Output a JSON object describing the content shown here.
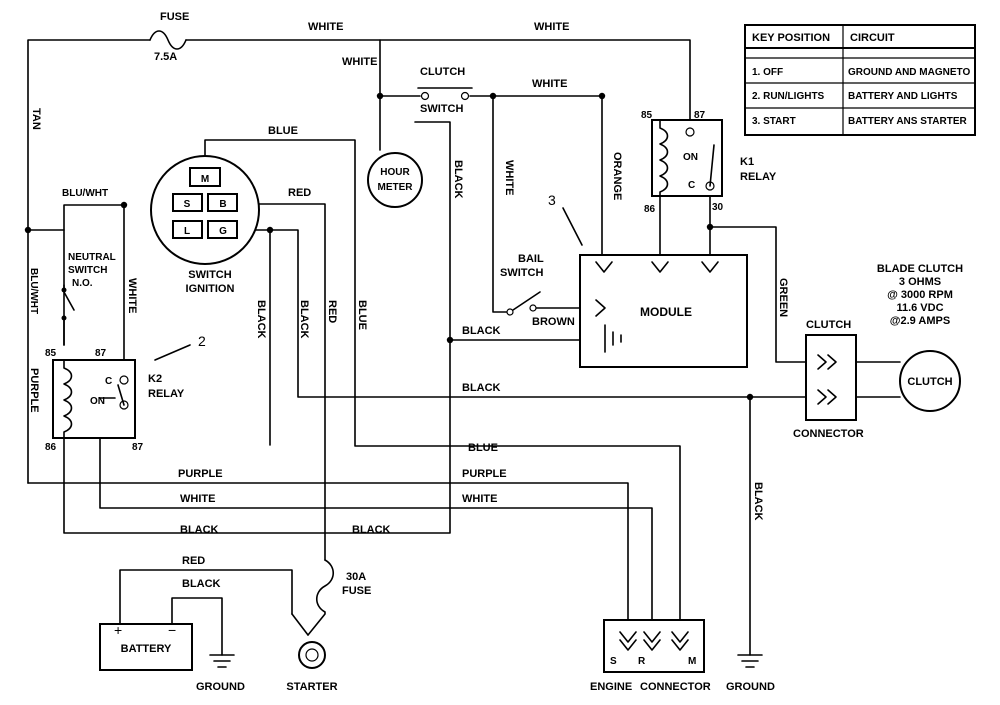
{
  "wires": {
    "white": "WHITE",
    "tan": "TAN",
    "blue": "BLUE",
    "black": "BLACK",
    "red": "RED",
    "purple": "PURPLE",
    "orange": "ORANGE",
    "green": "GREEN",
    "brown": "BROWN",
    "blu_wht": "BLU/WHT"
  },
  "components": {
    "fuse_top": {
      "label": "FUSE",
      "rating": "7.5A"
    },
    "clutch_switch": {
      "line1": "CLUTCH",
      "line2": "SWITCH"
    },
    "hour_meter": {
      "line1": "HOUR",
      "line2": "METER"
    },
    "ignition_switch": {
      "line1": "SWITCH",
      "line2": "IGNITION",
      "m": "M",
      "s": "S",
      "b": "B",
      "l": "L",
      "g": "G"
    },
    "neutral_switch": {
      "line1": "NEUTRAL",
      "line2": "SWITCH",
      "line3": "N.O."
    },
    "k1_relay": {
      "line1": "K1",
      "line2": "RELAY",
      "on": "ON",
      "c": "C",
      "p85": "85",
      "p86": "86",
      "p87": "87",
      "p30": "30"
    },
    "k2_relay": {
      "line1": "K2",
      "line2": "RELAY",
      "on": "ON",
      "c": "C",
      "p85": "85",
      "p86": "86",
      "p87": "87",
      "p87b": "87"
    },
    "module": {
      "label": "MODULE",
      "callout": "3"
    },
    "k2_callout": "2",
    "bail_switch": {
      "line1": "BAIL",
      "line2": "SWITCH"
    },
    "clutch_connector": {
      "top": "CLUTCH",
      "bottom": "CONNECTOR"
    },
    "clutch": {
      "label": "CLUTCH"
    },
    "blade_clutch": {
      "line1": "BLADE CLUTCH",
      "line2": "3 OHMS",
      "line3": "@ 3000 RPM",
      "line4": "11.6 VDC",
      "line5": "@2.9 AMPS"
    },
    "battery": {
      "label": "BATTERY",
      "plus": "+",
      "minus": "−"
    },
    "fuse_30a": {
      "line1": "30A",
      "line2": "FUSE"
    },
    "starter": "STARTER",
    "ground_left": "GROUND",
    "ground_right": "GROUND",
    "engine_connector": {
      "label": "ENGINE",
      "label2": "CONNECTOR",
      "s": "S",
      "r": "R",
      "m": "M"
    }
  },
  "key_table": {
    "headers": [
      "KEY POSITION",
      "CIRCUIT"
    ],
    "rows": [
      [
        "1. OFF",
        "GROUND AND MAGNETO"
      ],
      [
        "2. RUN/LIGHTS",
        "BATTERY AND LIGHTS"
      ],
      [
        "3. START",
        "BATTERY ANS STARTER"
      ]
    ]
  }
}
